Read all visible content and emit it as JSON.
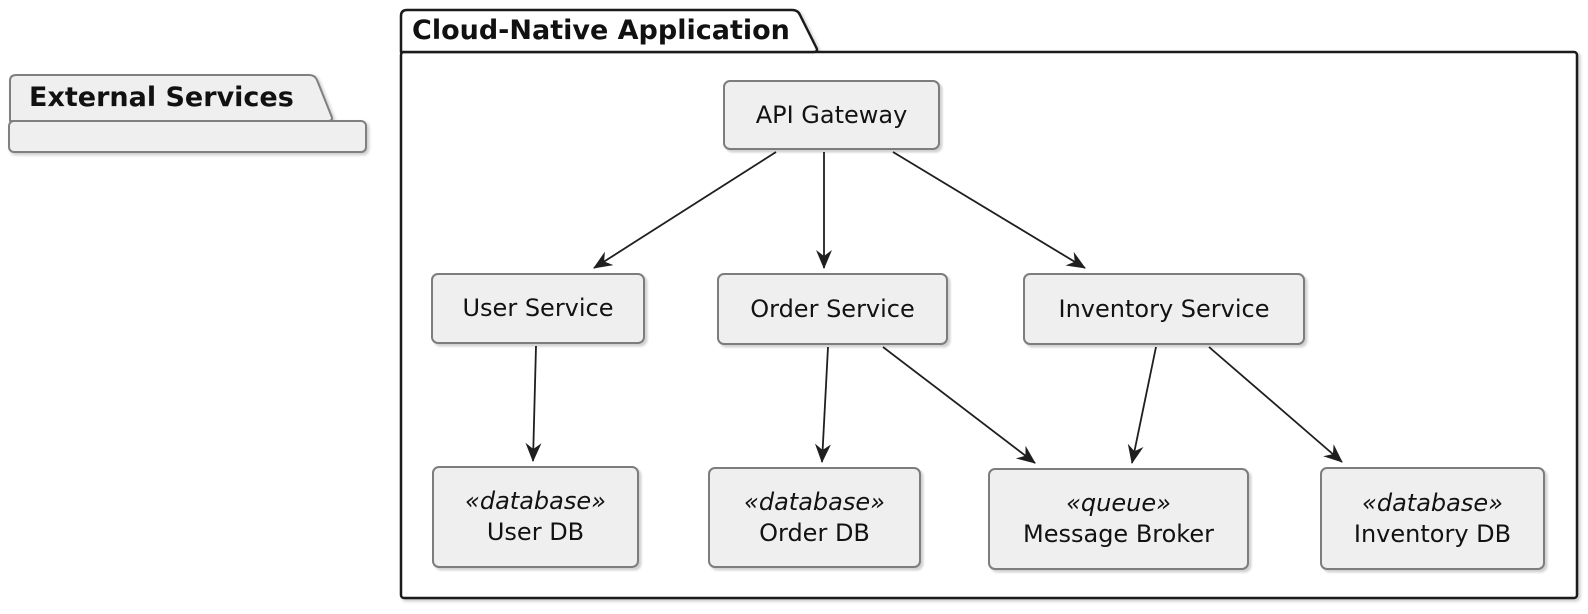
{
  "diagram": {
    "background": "#ffffff",
    "colors": {
      "node_fill": "#efefef",
      "node_border": "#7d7d7d",
      "cloud_package_border": "#1b1b1b",
      "external_package_border": "#808080",
      "text": "#121212",
      "edge": "#1f1f1f"
    },
    "packages": {
      "external_services": {
        "title": "External Services"
      },
      "cloud_native": {
        "title": "Cloud-Native Application"
      }
    },
    "nodes": {
      "api_gateway": {
        "label": "API Gateway"
      },
      "user_service": {
        "label": "User Service"
      },
      "order_service": {
        "label": "Order Service"
      },
      "inventory_service": {
        "label": "Inventory Service"
      },
      "user_db": {
        "stereotype": "«database»",
        "label": "User DB"
      },
      "order_db": {
        "stereotype": "«database»",
        "label": "Order DB"
      },
      "message_broker": {
        "stereotype": "«queue»",
        "label": "Message Broker"
      },
      "inventory_db": {
        "stereotype": "«database»",
        "label": "Inventory DB"
      }
    },
    "edges": [
      {
        "from": "API Gateway",
        "to": "User Service"
      },
      {
        "from": "API Gateway",
        "to": "Order Service"
      },
      {
        "from": "API Gateway",
        "to": "Inventory Service"
      },
      {
        "from": "User Service",
        "to": "User DB"
      },
      {
        "from": "Order Service",
        "to": "Order DB"
      },
      {
        "from": "Order Service",
        "to": "Message Broker"
      },
      {
        "from": "Inventory Service",
        "to": "Message Broker"
      },
      {
        "from": "Inventory Service",
        "to": "Inventory DB"
      }
    ]
  }
}
